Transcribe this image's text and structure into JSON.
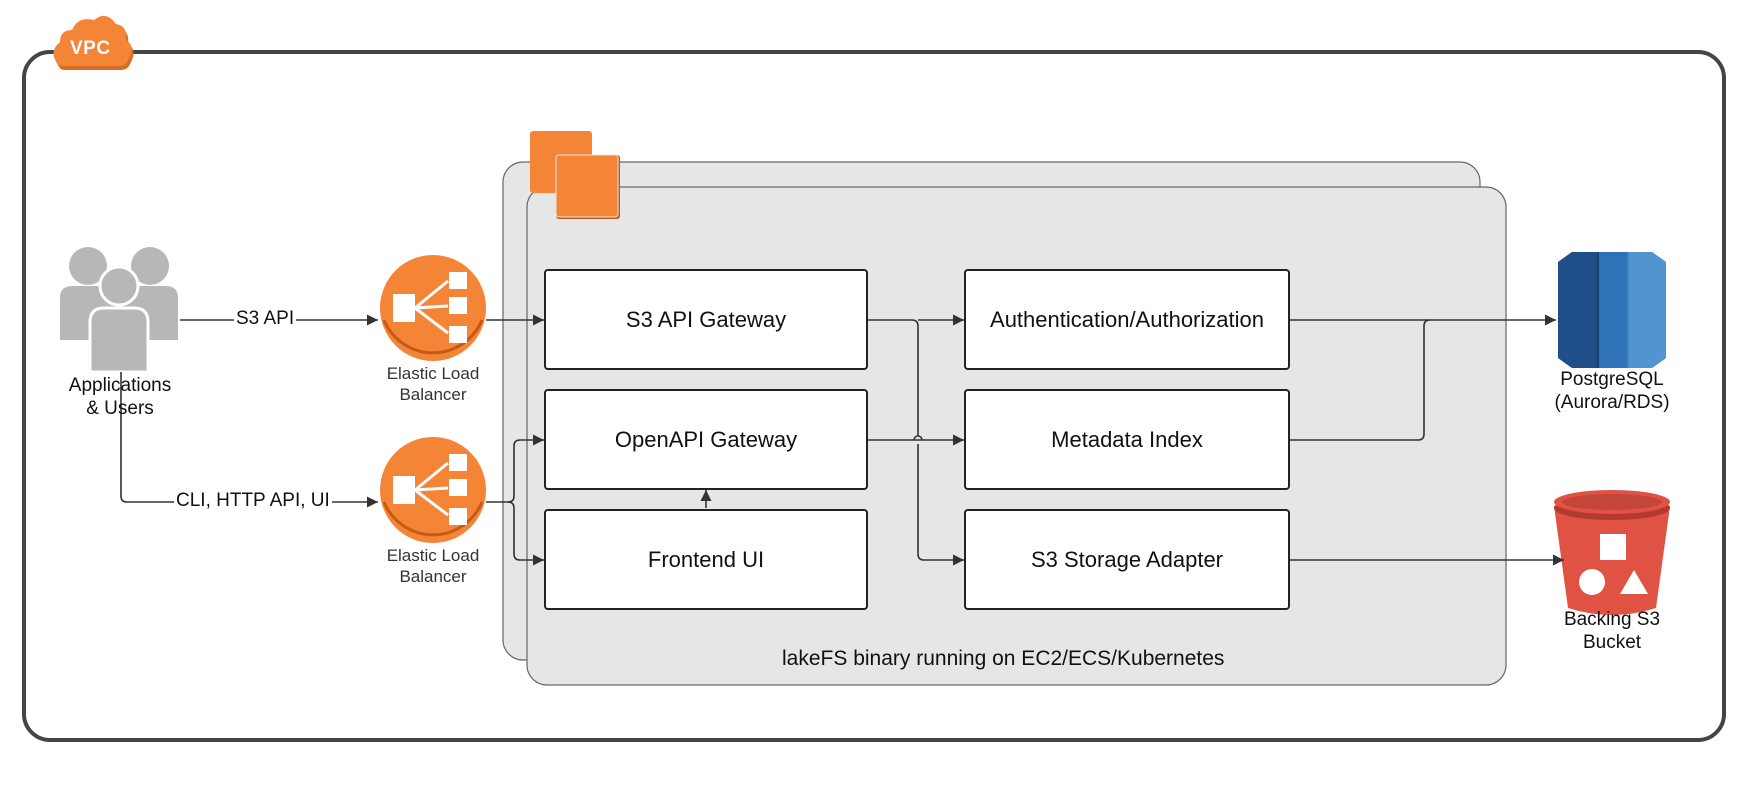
{
  "vpc": {
    "label": "VPC",
    "color": "#f58536"
  },
  "users": {
    "label_line1": "Applications",
    "label_line2": "& Users"
  },
  "edges": {
    "s3_api": "S3 API",
    "cli": "CLI, HTTP API, UI"
  },
  "load_balancers": [
    {
      "line1": "Elastic Load",
      "line2": "Balancer"
    },
    {
      "line1": "Elastic Load",
      "line2": "Balancer"
    }
  ],
  "gateways": [
    {
      "label": "S3 API Gateway"
    },
    {
      "label": "OpenAPI Gateway"
    },
    {
      "label": "Frontend UI"
    }
  ],
  "services": [
    {
      "label": "Authentication/Authorization"
    },
    {
      "label": "Metadata Index"
    },
    {
      "label": "S3 Storage Adapter"
    }
  ],
  "container": {
    "caption": "lakeFS binary running on EC2/ECS/Kubernetes"
  },
  "postgres": {
    "line1": "PostgreSQL",
    "line2": "(Aurora/RDS)"
  },
  "bucket": {
    "line1": "Backing S3",
    "line2": "Bucket"
  },
  "colors": {
    "orange": "#f58536",
    "panel": "#e6e6e6",
    "rds_dark": "#1f4e89",
    "rds_mid": "#2e73b8",
    "rds_light": "#5294cf",
    "bucket_red": "#e05243",
    "user_gray": "#b7b7b7"
  }
}
